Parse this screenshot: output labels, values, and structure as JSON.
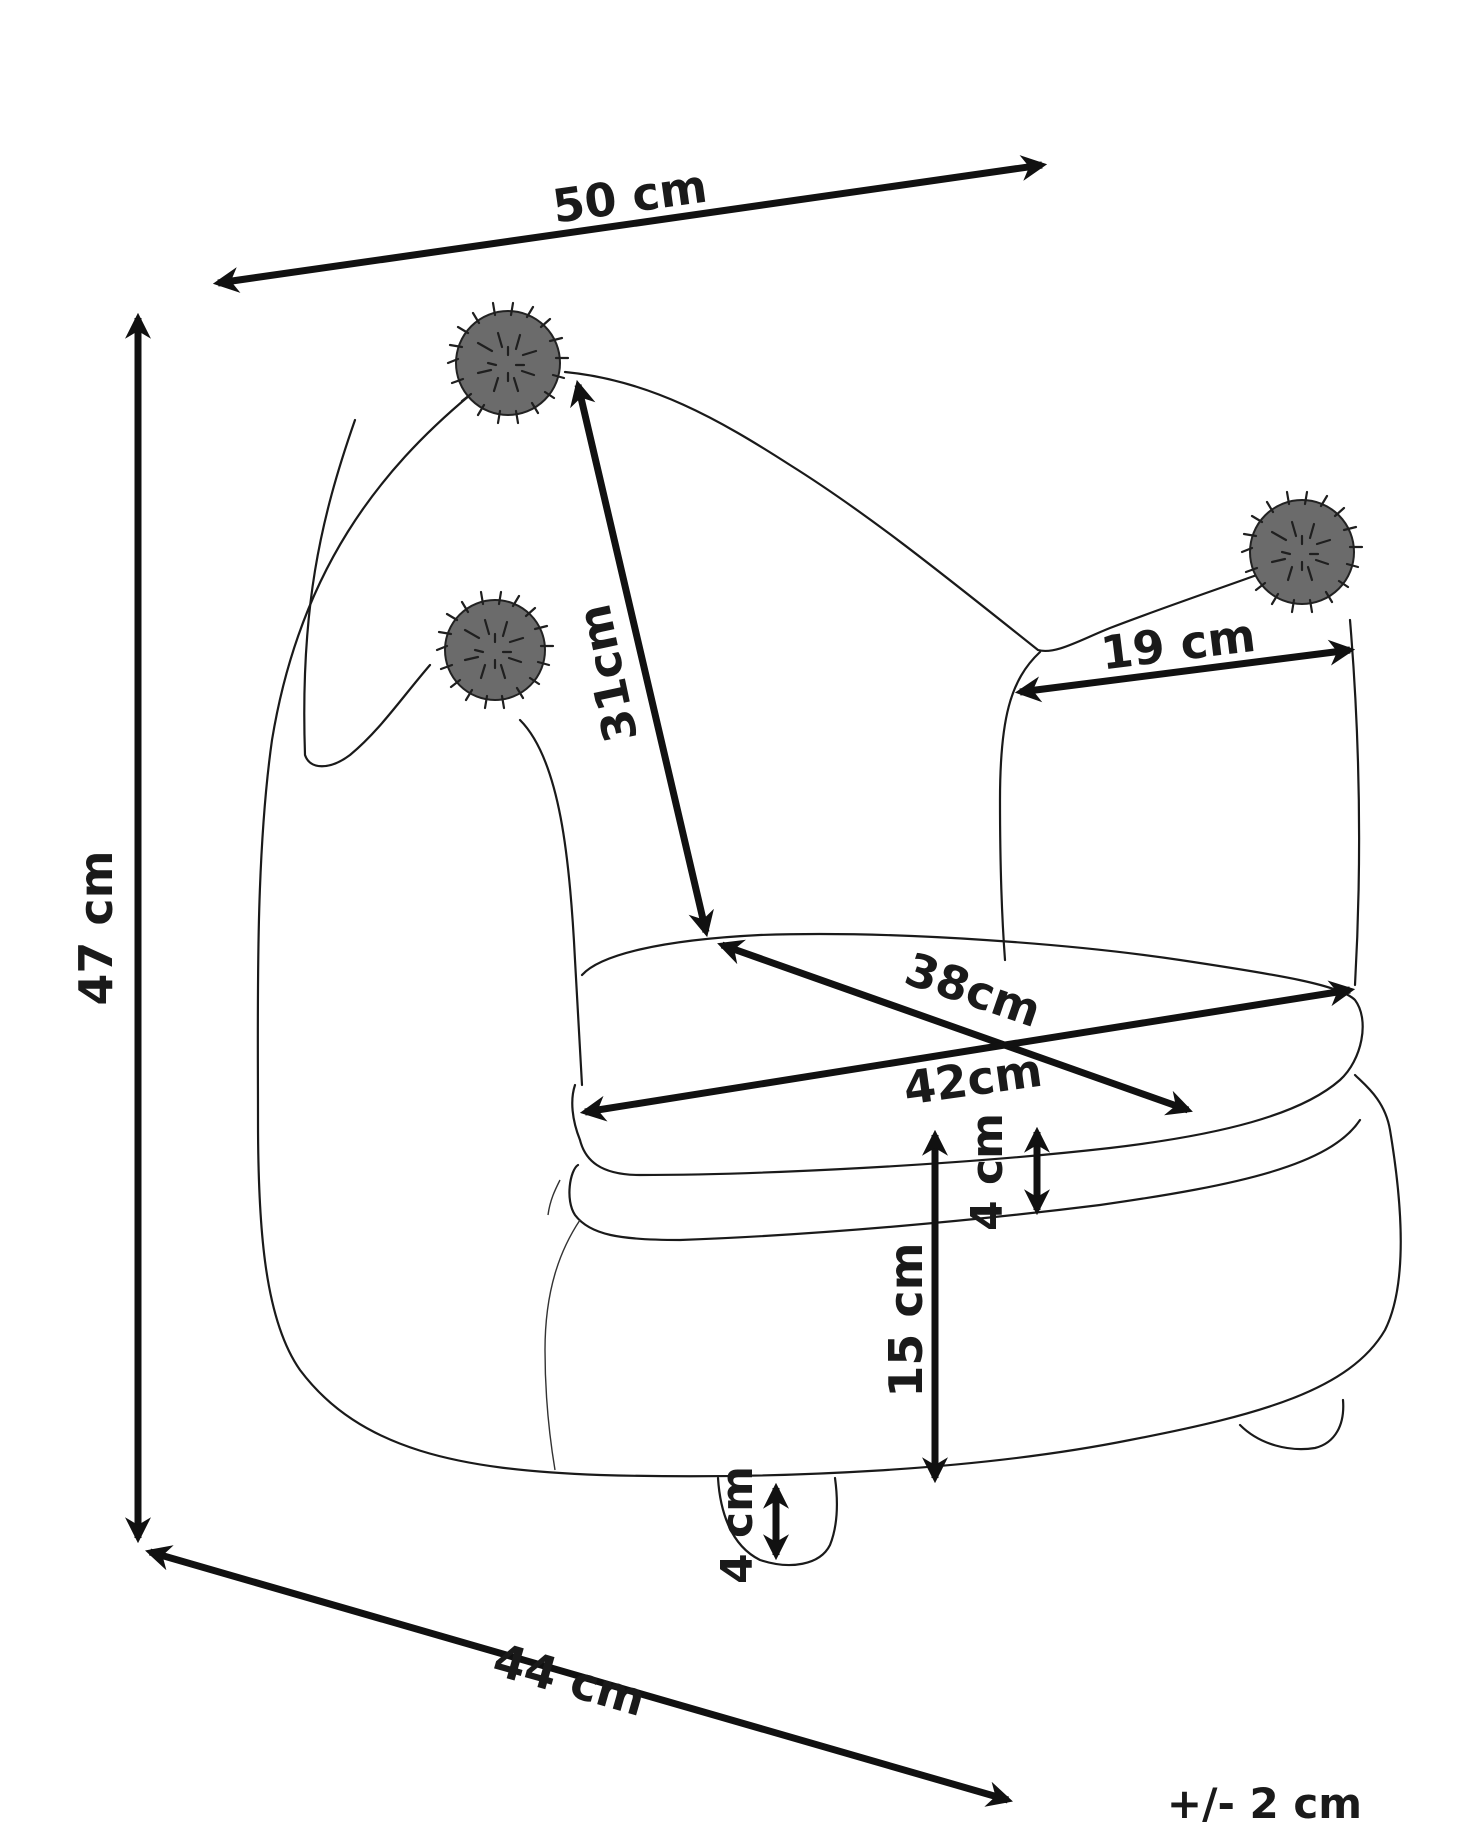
{
  "labels": {
    "width_top": "50 cm",
    "height_total": "47 cm",
    "depth_bottom": "44 cm",
    "backrest": "31cm",
    "ear_span": "19 cm",
    "seat_depth": "38cm",
    "seat_width": "42cm",
    "cushion": "4 cm",
    "seat_height": "15 cm",
    "leg": "4 cm",
    "tolerance": "+/- 2 cm"
  },
  "colors": {
    "line": "#1a1a1a",
    "pompom": "#6b6b6b",
    "background": "#ffffff"
  }
}
